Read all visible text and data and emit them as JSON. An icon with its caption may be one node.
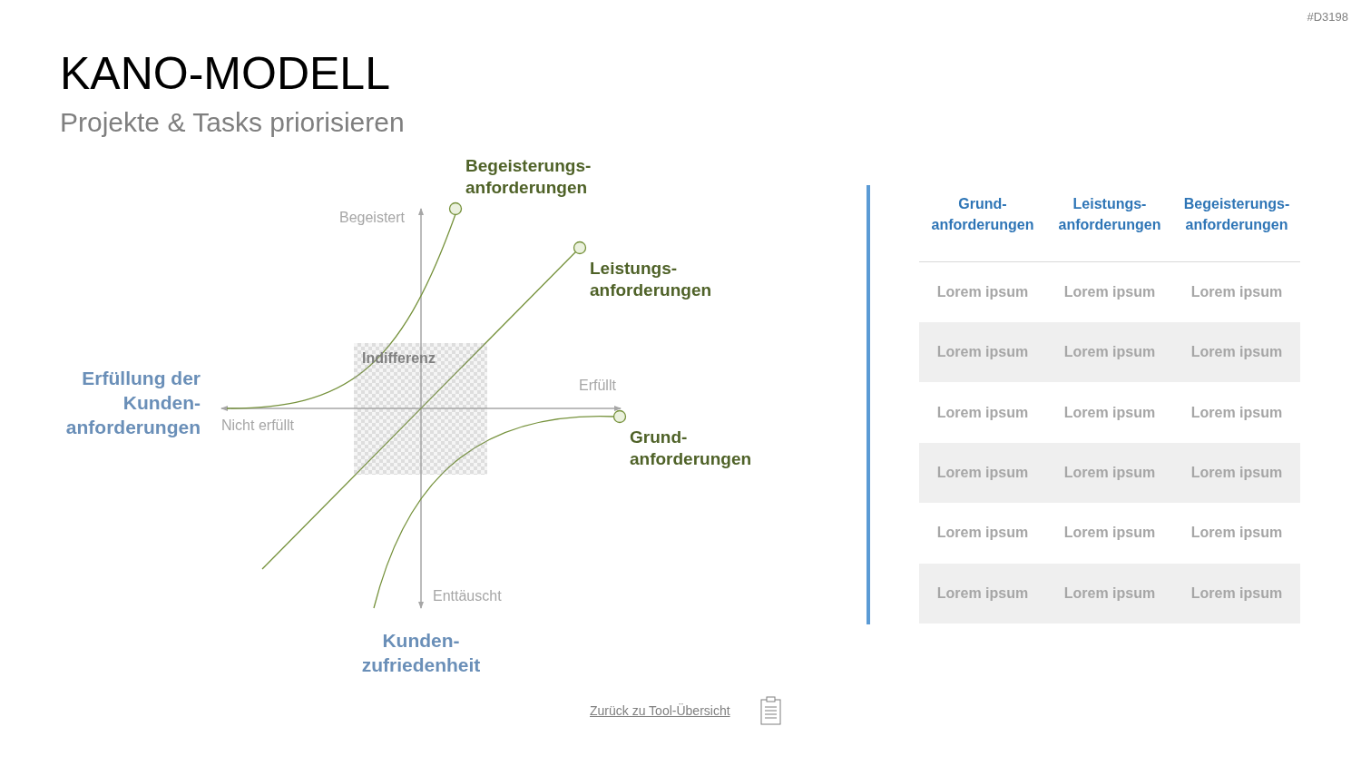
{
  "diagram": {
    "title": "KANO-MODELL",
    "nodes": [
      {
        "text": [
          "Indifferenz"
        ]
      }
    ],
    "labels": [
      "#D3198",
      "Projekte & Tasks priorisieren",
      "Begeisterungs- anforderungen",
      "Begeistert",
      "Leistungs- anforderungen",
      "Erfüllung der Kunden- anforderungen",
      "Erfüllt",
      "Nicht erfüllt",
      "Grund- anforderungen",
      "Enttäuscht",
      "Kunden- zufriedenheit",
      "Zurück zu Tool-Übersicht",
      "Grund- anforderungen",
      "Leistungs- anforderungen",
      "Begeisterungs- anforderungen",
      "Lorem ipsum",
      "Lorem ipsum",
      "Lorem ipsum",
      "Lorem ipsum",
      "Lorem ipsum",
      "Lorem ipsum",
      "Lorem ipsum",
      "Lorem ipsum",
      "Lorem ipsum",
      "Lorem ipsum",
      "Lorem ipsum",
      "Lorem ipsum",
      "Lorem ipsum",
      "Lorem ipsum",
      "Lorem ipsum",
      "Lorem ipsum",
      "Lorem ipsum",
      "Lorem ipsum"
    ]
  }
}
